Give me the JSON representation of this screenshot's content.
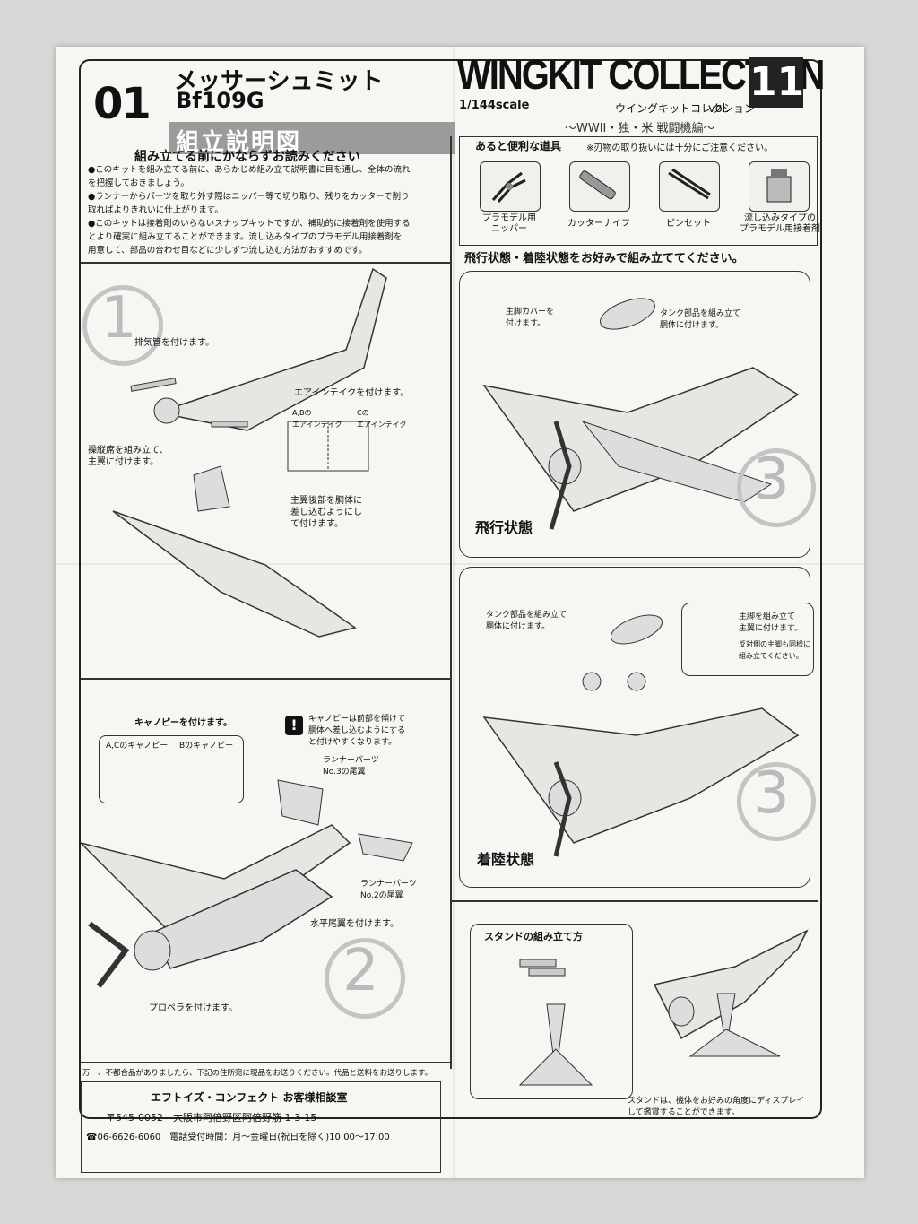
{
  "header": {
    "number": "01",
    "title_jp": "メッサーシュミット",
    "title_model": "Bf109G",
    "subtitle": "組立説明図"
  },
  "brand": {
    "name": "WINGKIT COLLECTION",
    "number": "11",
    "scale": "1/144scale",
    "jp_name": "ウイングキットコレクション",
    "vol": "vol.",
    "series": "〜WWII・独・米 戦闘機編〜"
  },
  "intro": {
    "title": "組み立てる前にかならずお読みください",
    "lines": [
      "●このキットを組み立てる前に、あらかじめ組み立て説明書に目を通し、全体の流れ",
      "を把握しておきましょう。",
      "●ランナーからパーツを取り外す際はニッパー等で切り取り、残りをカッターで削り",
      "取ればよりきれいに仕上がります。",
      "●このキットは接着剤のいらないスナップキットですが、補助的に接着剤を使用する",
      "とより確実に組み立てることができます。流し込みタイプのプラモデル用接着剤を",
      "用意して、部品の合わせ目などに少しずつ流し込む方法がおすすめです。"
    ]
  },
  "tools": {
    "title": "あると便利な道具",
    "note": "※刃物の取り扱いには十分にご注意ください。",
    "items": [
      {
        "label1": "プラモデル用",
        "label2": "ニッパー",
        "icon": "nipper-icon"
      },
      {
        "label1": "カッターナイフ",
        "label2": "",
        "icon": "cutter-icon"
      },
      {
        "label1": "ピンセット",
        "label2": "",
        "icon": "tweezers-icon"
      },
      {
        "label1": "流し込みタイプの",
        "label2": "プラモデル用接着剤",
        "icon": "glue-icon"
      }
    ]
  },
  "step1": {
    "num": "1",
    "exhaust": "排気管を付けます。",
    "intake": "エアインテイクを付けます。",
    "intake_ab1": "A,Bの",
    "intake_ab2": "エアインテイク",
    "intake_c1": "Cの",
    "intake_c2": "エアインテイク",
    "cockpit1": "操縦席を組み立て、",
    "cockpit2": "主翼に付けます。",
    "wing1": "主翼後部を胴体に",
    "wing2": "差し込むようにし",
    "wing3": "て付けます。"
  },
  "step2": {
    "num": "2",
    "canopy": "キャノピーを付けます。",
    "canopy_ac": "A,Cのキャノピー",
    "canopy_b": "Bのキャノピー",
    "caution1": "キャノピーは前部を傾けて",
    "caution2": "胴体へ差し込むようにする",
    "caution3": "と付けやすくなります。",
    "runner3a": "ランナーパーツ",
    "runner3b": "No.3の尾翼",
    "runner2a": "ランナーパーツ",
    "runner2b": "No.2の尾翼",
    "tail": "水平尾翼を付けます。",
    "prop": "プロペラを付けます。"
  },
  "step3": {
    "heading": "飛行状態・着陸状態をお好みで組み立ててください。",
    "num": "3",
    "flight_cover1": "主脚カバーを",
    "flight_cover2": "付けます。",
    "flight_tank1": "タンク部品を組み立て",
    "flight_tank2": "胴体に付けます。",
    "flight_label": "飛行状態",
    "land_tank1": "タンク部品を組み立て",
    "land_tank2": "胴体に付けます。",
    "gear1": "主脚を組み立て",
    "gear2": "主翼に付けます。",
    "gear3": "反対側の主脚も同様に",
    "gear4": "組み立てください。",
    "land_label": "着陸状態"
  },
  "stand": {
    "title": "スタンドの組み立て方",
    "note1": "スタンドは、機体をお好みの角度にディスプレイ",
    "note2": "して鑑賞することができます。"
  },
  "footer": {
    "note": "万一、不都合品がありましたら、下記の住所宛に現品をお送りください。代品と送料をお送りします。",
    "company": "エフトイズ・コンフェクト お客様相談室",
    "address": "〒545-0052　大阪市阿倍野区阿倍野筋 1-3-15",
    "phone": "☎06-6626-6060　電話受付時間：月〜金曜日(祝日を除く)10:00〜17:00"
  }
}
